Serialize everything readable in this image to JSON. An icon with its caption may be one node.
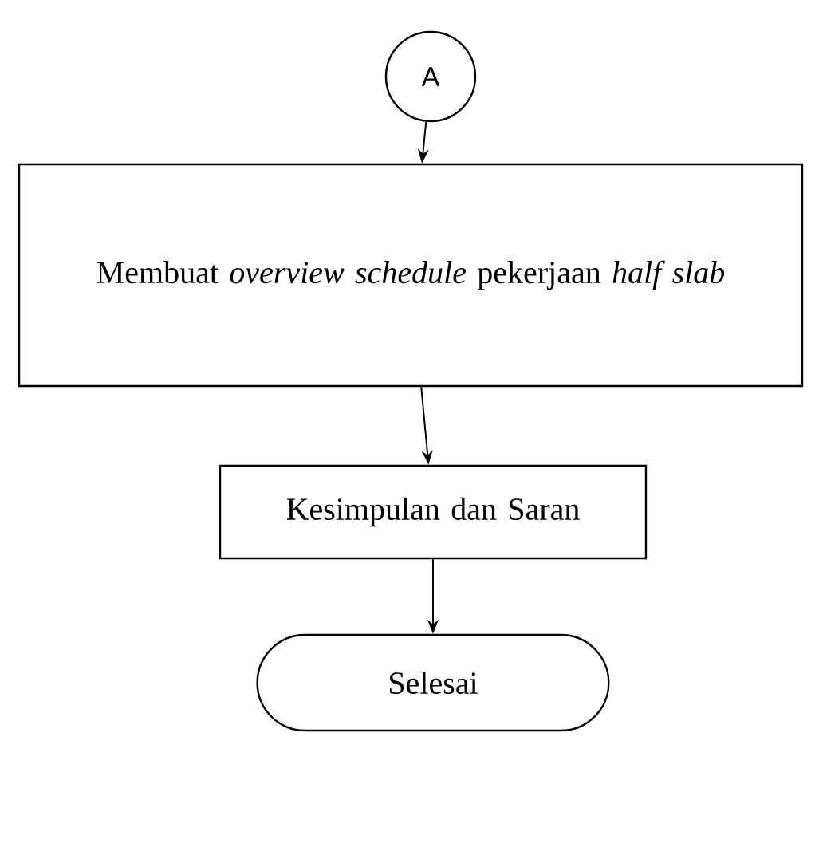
{
  "diagram": {
    "nodes": [
      {
        "text": [
          "A"
        ]
      },
      {
        "text": [
          "Membuat *overview schedule* pekerjaan *half slab*"
        ]
      },
      {
        "text": [
          "Kesimpulan dan Saran"
        ]
      },
      {
        "text": [
          "Selesai"
        ]
      }
    ],
    "edges": [
      {
        "from": 0,
        "to": 1,
        "arrow": "to"
      },
      {
        "from": 1,
        "to": 2,
        "arrow": "to"
      },
      {
        "from": 2,
        "to": 3,
        "arrow": "to"
      }
    ]
  }
}
